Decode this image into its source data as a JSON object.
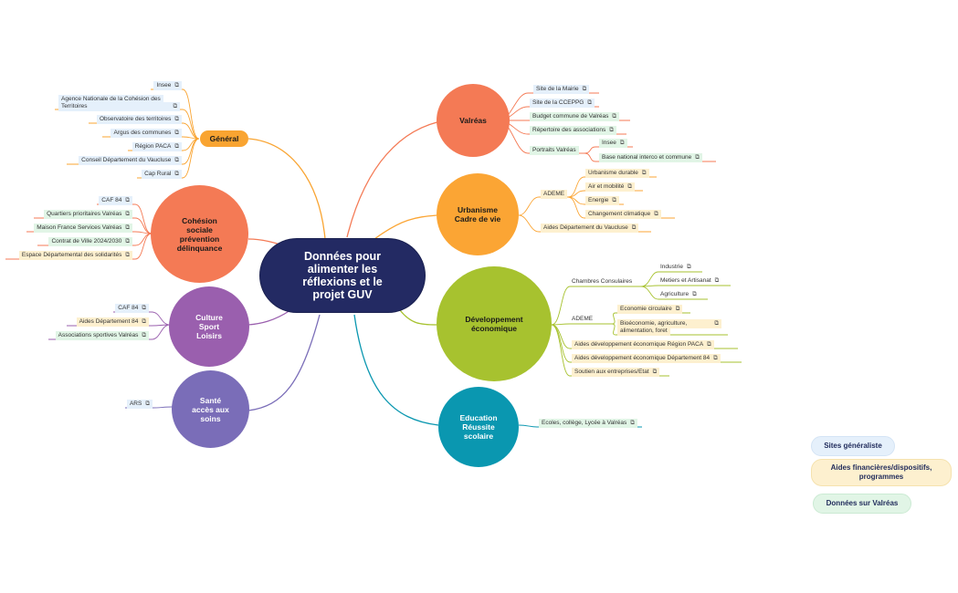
{
  "colors": {
    "central": "#232a63",
    "valreas": "#f47a55",
    "urbanisme": "#fba534",
    "developpement": "#a7c22f",
    "education": "#0a97b0",
    "general": "#f9a431",
    "cohesion": "#f47a55",
    "culture": "#9a5fae",
    "sante": "#7a6db8",
    "bg_site": "#e5f0fb",
    "bg_aide": "#fdf0cf",
    "bg_donnee": "#e1f5e6"
  },
  "central": {
    "label": "Données pour\nalimenter les\nréflexions et le\nprojet GUV"
  },
  "branches": {
    "valreas": {
      "label": "Valréas",
      "items": [
        "Site de la Mairie",
        "Site de la CCEPPG",
        "Budget commune de Valréas",
        "Répertoire des associations",
        "Portraits Valréas",
        "Insee",
        "Base national interco et commune"
      ]
    },
    "urbanisme": {
      "label": "Urbanisme\nCadre de vie",
      "items": [
        "ADEME",
        "Urbanisme durable",
        "Air et mobilité",
        "Energie",
        "Changement climatique",
        "Aides Département du Vaucluse"
      ]
    },
    "developpement": {
      "label": "Développement\néconomique",
      "items": [
        "Chambres Consulaires",
        "Industrie",
        "Metiers et Artisanat",
        "Agriculture",
        "ADEME",
        "Economie circulaire",
        "Bioéconomie, agriculture,",
        "alimentation, foret",
        "Aides développement économique Région PACA",
        "Aides développement économique Département 84",
        "Soutien aux entreprises/Etat"
      ]
    },
    "education": {
      "label": "Education\nRéussite\nscolaire",
      "items": [
        "Ecoles, collège, Lycée à Valréas"
      ]
    },
    "general": {
      "label": "Général",
      "items": [
        "Insee",
        "Agence Nationale de la Cohésion des",
        "Territoires",
        "Observatoire des territoires",
        "Argus des communes",
        "Région PACA",
        "Conseil Département du Vaucluse",
        "Cap Rural"
      ]
    },
    "cohesion": {
      "label": "Cohésion\nsociale\nprévention\ndélinquance",
      "items": [
        "CAF 84",
        "Quartiers prioritaires Valréas",
        "Maison France Services Valréas",
        "Contrat de Ville 2024/2030",
        "Espace Départemental des solidarités"
      ]
    },
    "culture": {
      "label": "Culture\nSport\nLoisirs",
      "items": [
        "CAF 84",
        "Aides Département 84",
        "Associations sportives Valréas"
      ]
    },
    "sante": {
      "label": "Santé\naccès aux\nsoins",
      "items": [
        "ARS"
      ]
    }
  },
  "legend": {
    "items": [
      "Sites généraliste",
      "Aides financières/dispositifs,\nprogrammes",
      "Données sur Valréas"
    ]
  }
}
